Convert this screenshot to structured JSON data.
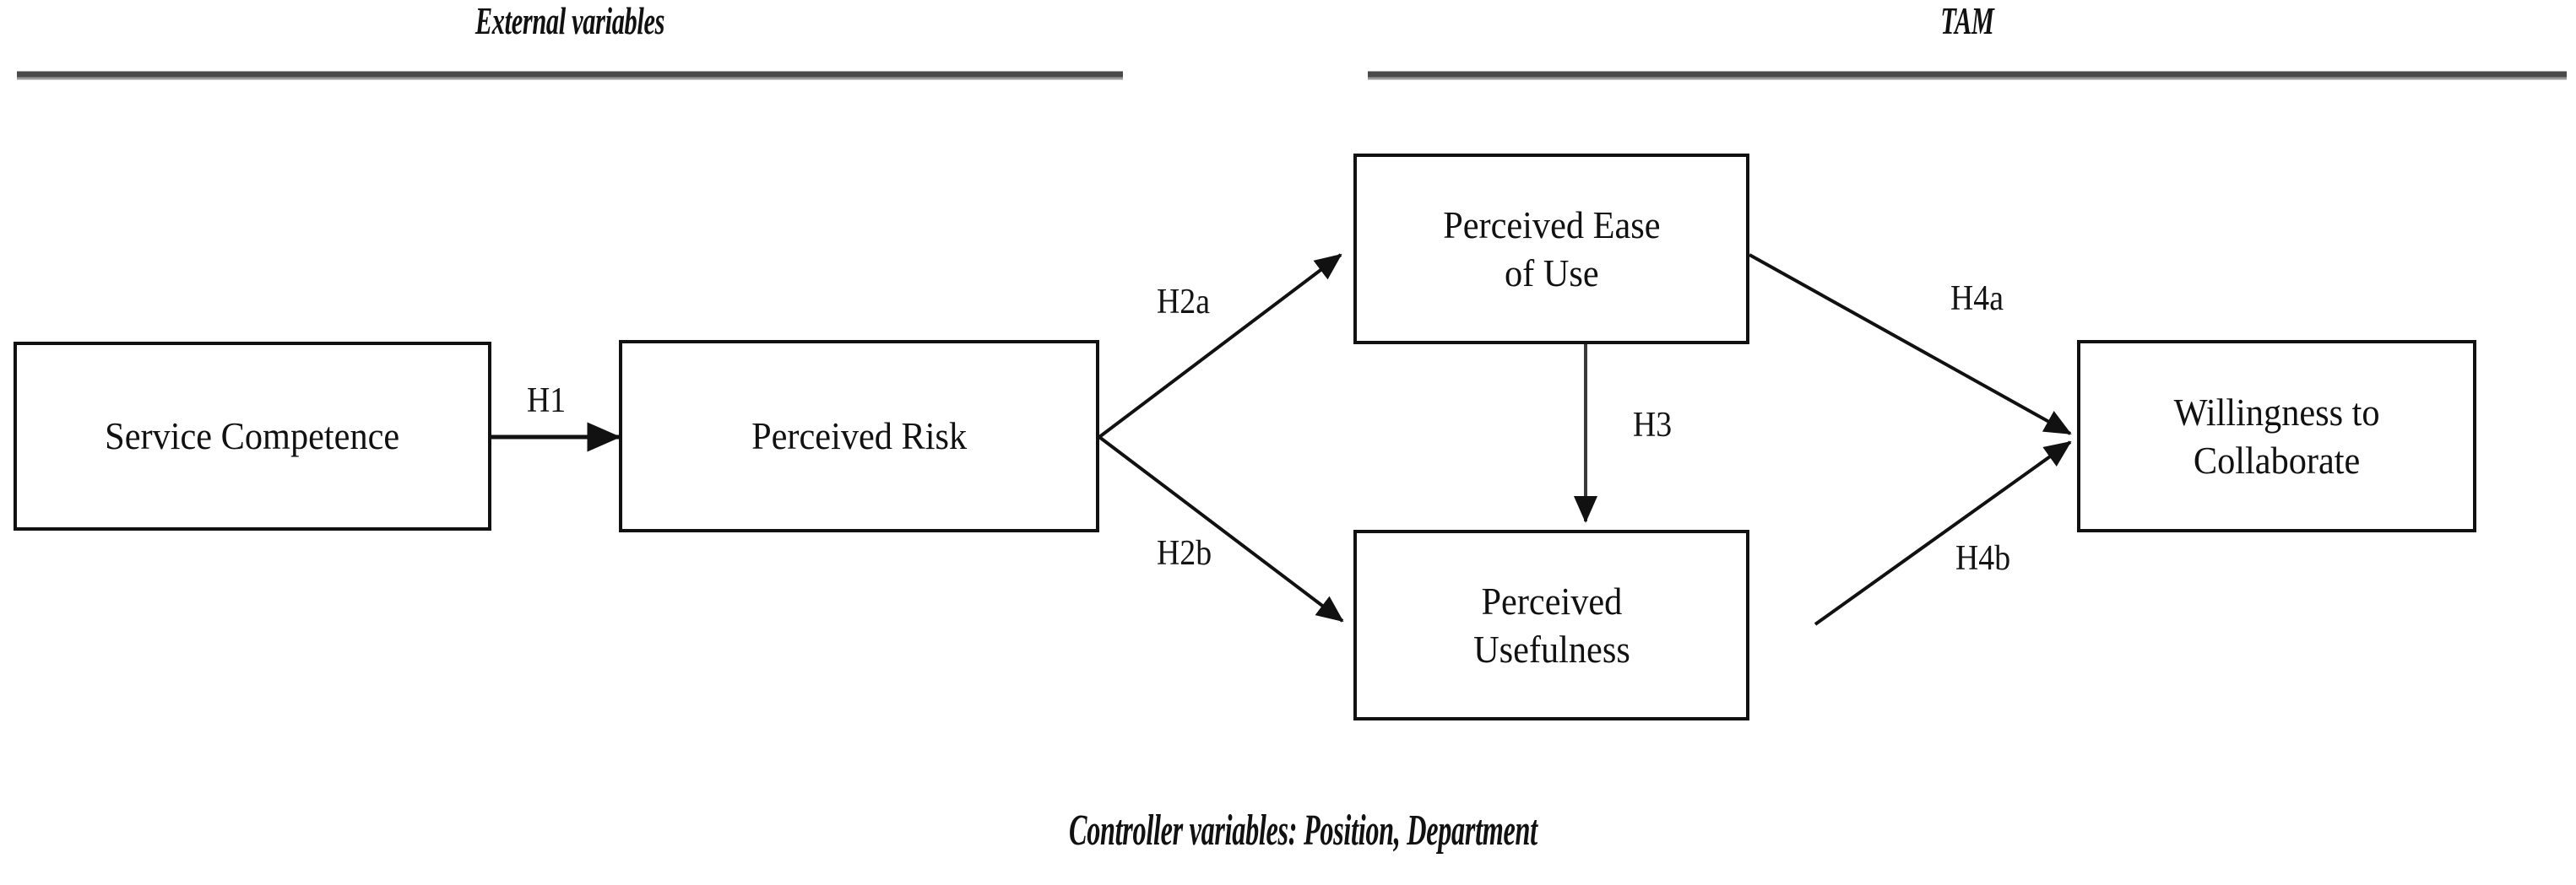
{
  "figure": {
    "type": "research-model-diagram",
    "group_labels": [
      {
        "id": "external",
        "text": "External variables"
      },
      {
        "id": "tam",
        "text": "TAM"
      }
    ],
    "nodes": [
      {
        "id": "service-competence",
        "label": "Service Competence"
      },
      {
        "id": "perceived-risk",
        "label": "Perceived Risk"
      },
      {
        "id": "perceived-ease-of-use",
        "label": "Perceived Ease\nof Use"
      },
      {
        "id": "perceived-usefulness",
        "label": "Perceived\nUsefulness"
      },
      {
        "id": "willingness-to-collaborate",
        "label": "Willingness to\nCollaborate"
      }
    ],
    "paths": [
      {
        "id": "h1",
        "label": "H1",
        "from": "service-competence",
        "to": "perceived-risk"
      },
      {
        "id": "h2a",
        "label": "H2a",
        "from": "perceived-risk",
        "to": "perceived-ease-of-use"
      },
      {
        "id": "h2b",
        "label": "H2b",
        "from": "perceived-risk",
        "to": "perceived-usefulness"
      },
      {
        "id": "h3",
        "label": "H3",
        "from": "perceived-ease-of-use",
        "to": "perceived-usefulness"
      },
      {
        "id": "h4a",
        "label": "H4a",
        "from": "perceived-ease-of-use",
        "to": "willingness-to-collaborate"
      },
      {
        "id": "h4b",
        "label": "H4b",
        "from": "perceived-usefulness",
        "to": "willingness-to-collaborate"
      }
    ],
    "footer_note": "Controller variables: Position, Department",
    "colors": {
      "line": "#111111",
      "box_border": "#111111",
      "background": "#ffffff",
      "rule": "#4a4a4a"
    }
  }
}
